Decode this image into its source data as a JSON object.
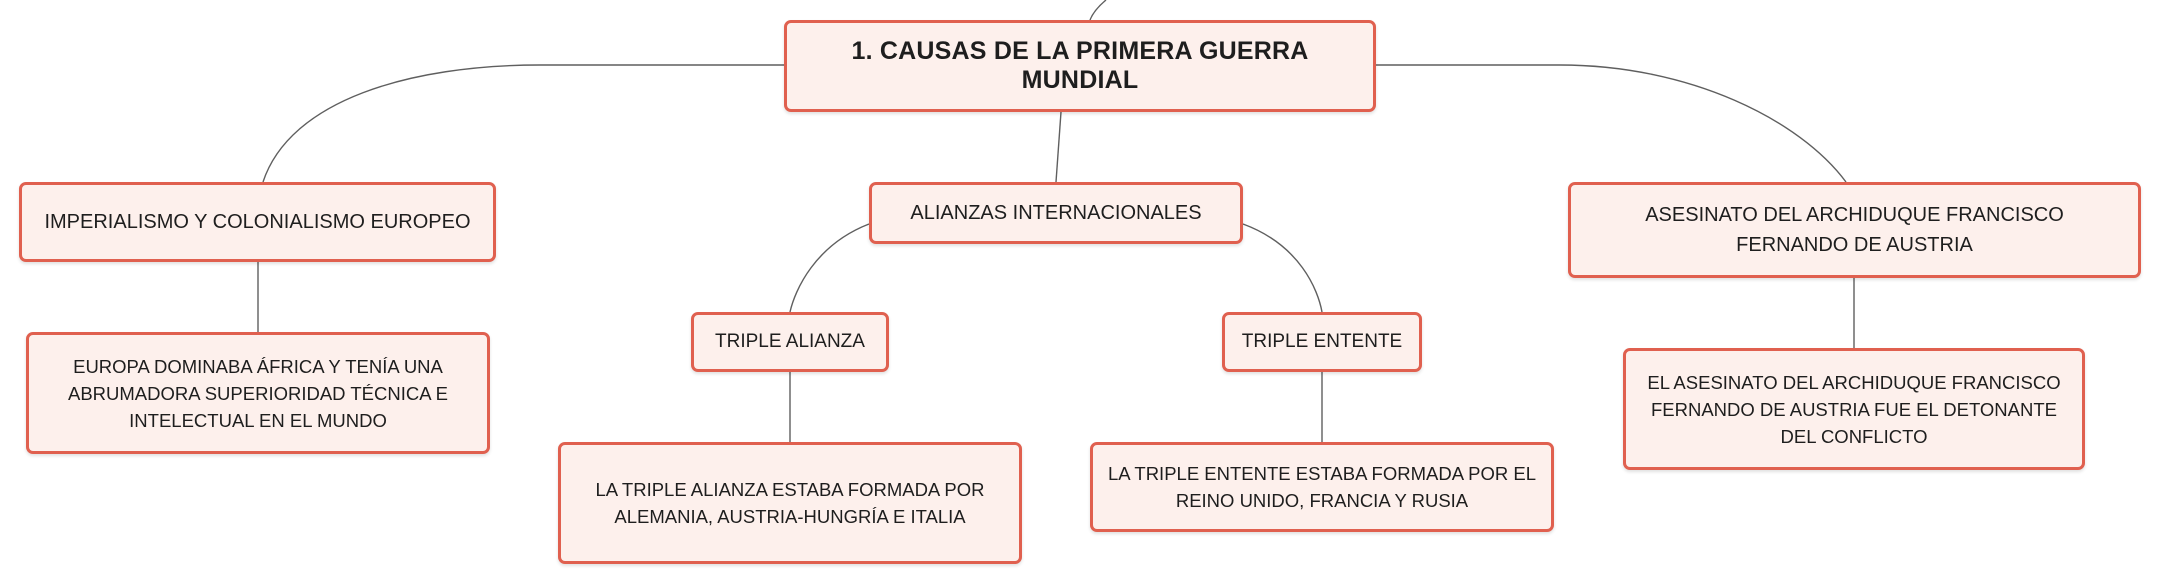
{
  "theme": {
    "node_fill": "#fdf0ec",
    "node_border": "#e0604f",
    "line": "#5f5f5f"
  },
  "root": {
    "label": "1. CAUSAS DE LA PRIMERA GUERRA MUNDIAL"
  },
  "branches": {
    "imperialism": {
      "label": "IMPERIALISMO Y COLONIALISMO EUROPEO",
      "detail": "EUROPA DOMINABA ÁFRICA Y TENÍA UNA ABRUMADORA SUPERIORIDAD TÉCNICA E INTELECTUAL EN EL MUNDO"
    },
    "alliances": {
      "label": "ALIANZAS INTERNACIONALES",
      "triple_alliance": {
        "label": "TRIPLE ALIANZA",
        "detail": "LA TRIPLE ALIANZA ESTABA FORMADA POR ALEMANIA, AUSTRIA-HUNGRÍA E ITALIA"
      },
      "triple_entente": {
        "label": "TRIPLE ENTENTE",
        "detail": "LA TRIPLE ENTENTE ESTABA FORMADA POR EL REINO UNIDO, FRANCIA Y RUSIA"
      }
    },
    "assassination": {
      "label": "ASESINATO DEL ARCHIDUQUE FRANCISCO FERNANDO DE AUSTRIA",
      "detail": "EL ASESINATO DEL ARCHIDUQUE FRANCISCO FERNANDO DE AUSTRIA FUE EL DETONANTE DEL CONFLICTO"
    }
  }
}
